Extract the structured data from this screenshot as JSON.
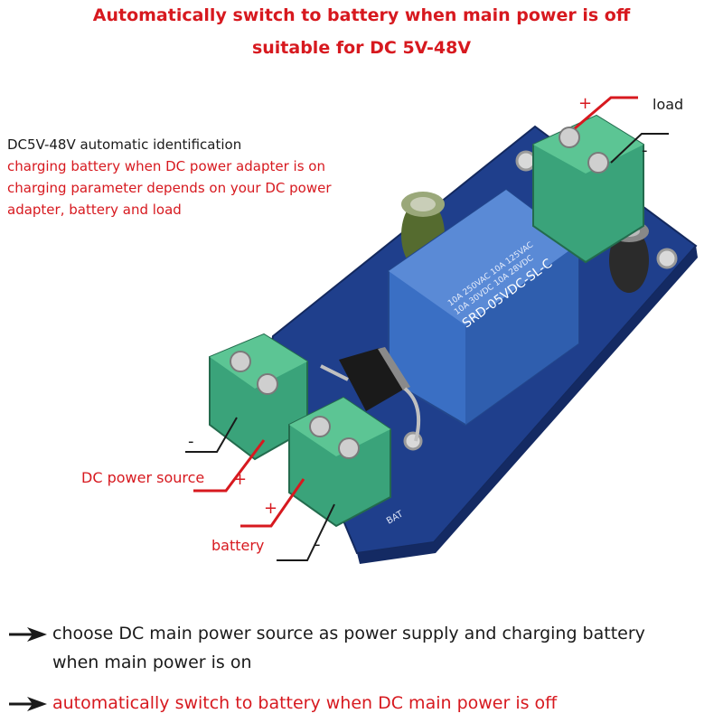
{
  "headline": {
    "line1": "Automatically switch to battery when main power is off",
    "line2": "suitable for DC 5V-48V"
  },
  "notes": {
    "line1": "DC5V-48V automatic identification",
    "line2": "charging battery when DC power adapter is on",
    "line3": "charging parameter depends on your DC power",
    "line4": "adapter, battery and load"
  },
  "labels": {
    "load": "load",
    "load_plus": "+",
    "load_minus": "-",
    "dc_source": "DC power source",
    "dc_plus": "+",
    "dc_minus": "-",
    "battery": "battery",
    "bat_plus": "+",
    "bat_minus": "-"
  },
  "relay": {
    "line1": "10A 250VAC  10A 125VAC",
    "line2": "10A 30VDC  10A 28VDC",
    "line3": "SRD-05VDC-SL-C"
  },
  "pcb": {
    "bat_mark": "BAT"
  },
  "bottom": {
    "line1": "choose DC main power source as power supply and charging battery",
    "line2": "when main power is on",
    "line3": "automatically switch to battery when DC main power is off"
  },
  "colors": {
    "accent_red": "#d7191f",
    "pcb_blue": "#1f3f8c",
    "terminal_green": "#3aa37a",
    "relay_blue": "#3a6fc4"
  }
}
